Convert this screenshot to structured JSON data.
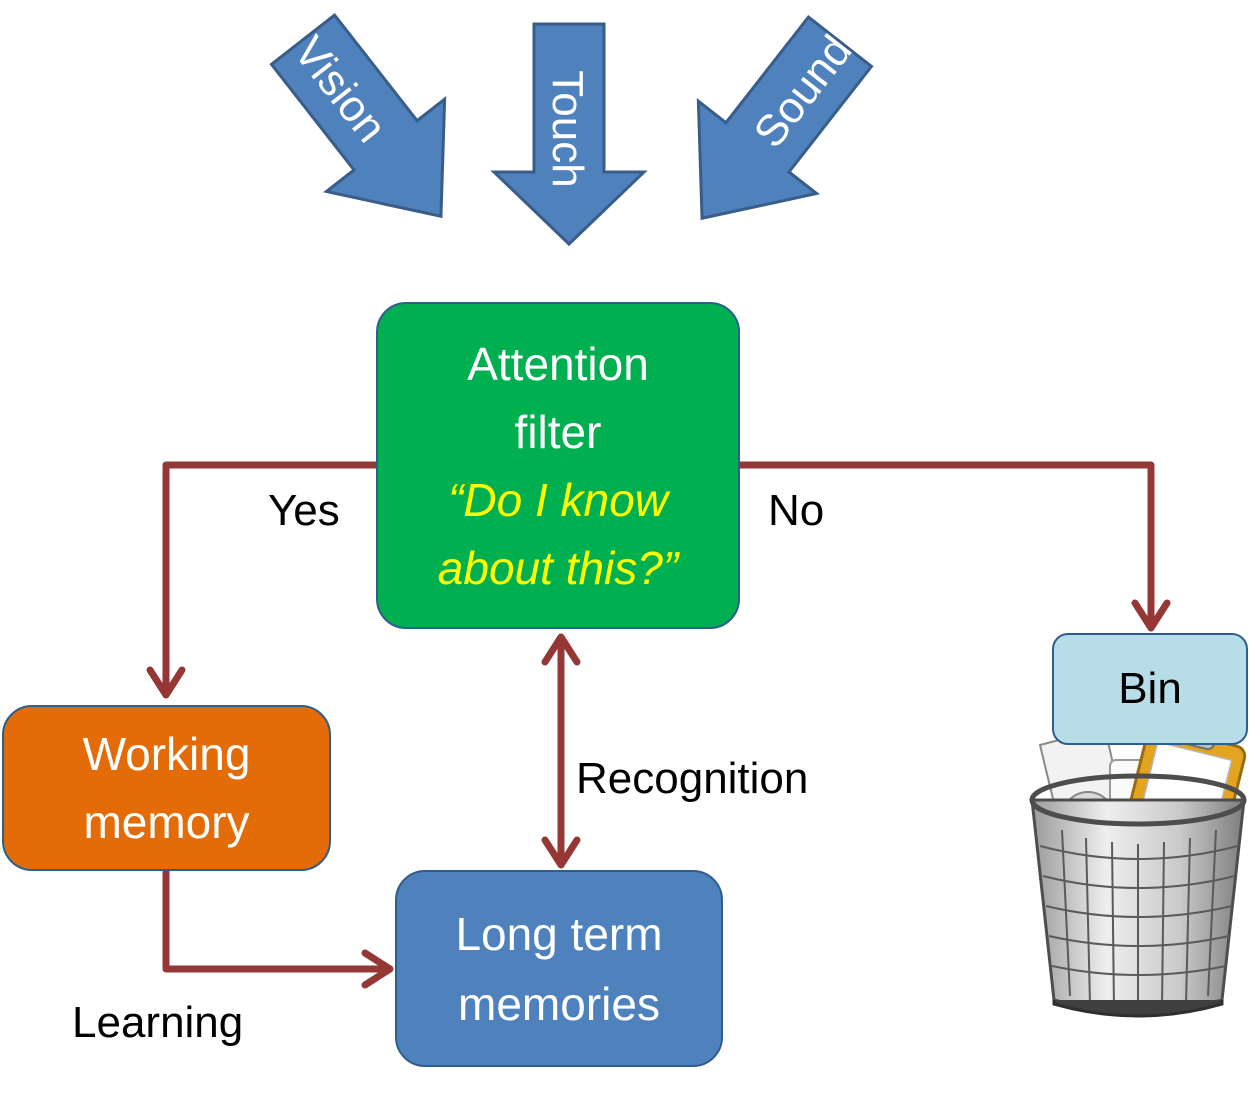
{
  "inputs": [
    {
      "label": "Vision"
    },
    {
      "label": "Touch"
    },
    {
      "label": "Sound"
    }
  ],
  "attention": {
    "line1": "Attention",
    "line2": "filter",
    "question1": "“Do I know",
    "question2": "about this?”",
    "color": "#00b050",
    "border": "#2e5e8c"
  },
  "working_memory": {
    "line1": "Working",
    "line2": "memory",
    "color": "#e36c09"
  },
  "long_term": {
    "line1": "Long term",
    "line2": "memories",
    "color": "#4f81bd"
  },
  "bin": {
    "label": "Bin",
    "color": "#b7dde8"
  },
  "edges": {
    "yes": "Yes",
    "no": "No",
    "recognition": "Recognition",
    "learning": "Learning"
  },
  "colors": {
    "connector": "#953735",
    "input_arrow": "#4f81bd",
    "input_arrow_border": "#385d8a"
  },
  "icons": {
    "bin_image": "trash-bin-icon"
  }
}
